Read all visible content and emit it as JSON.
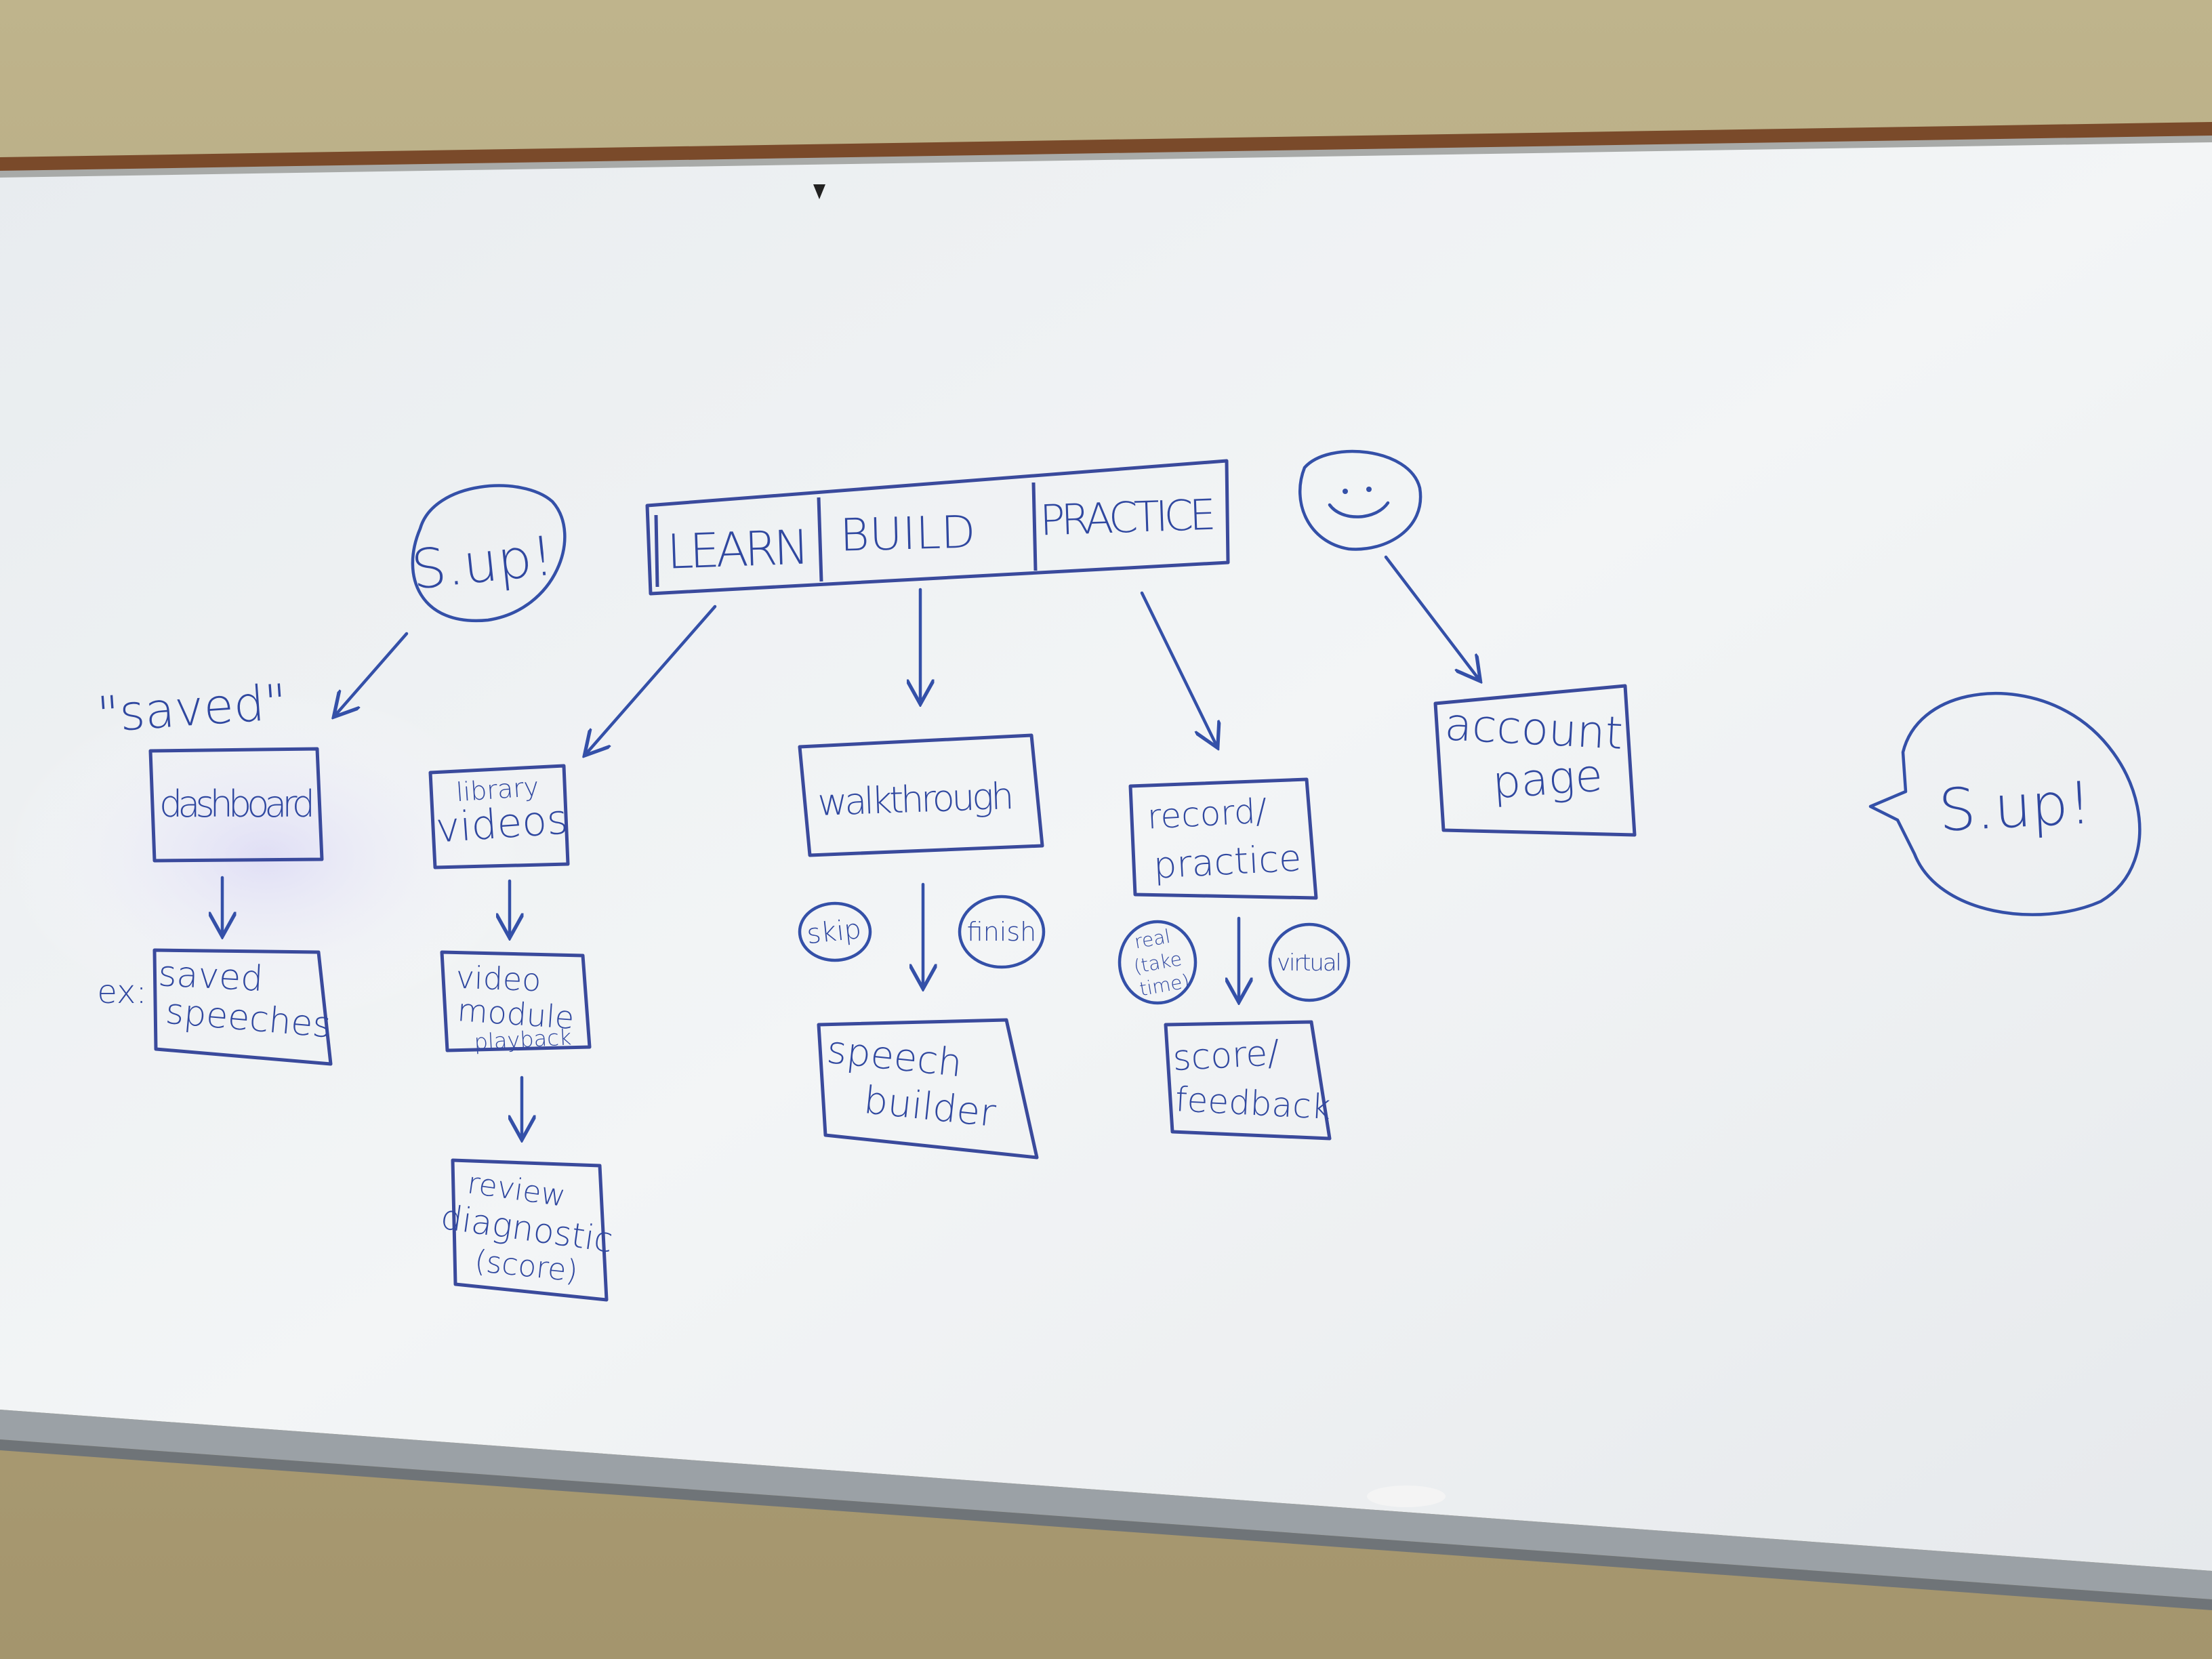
{
  "colors": {
    "wall": "#b5a982",
    "board": "#eef1f3",
    "frame_top": "#7a4a2a",
    "frame_bottom": "#9aa0a4",
    "marker": "#3450a8"
  },
  "diagram": {
    "nav_bar": {
      "items": [
        "LEARN",
        "BUILD",
        "PRACTICE"
      ]
    },
    "logo_left": "S.up!",
    "logo_right": "S.up!",
    "smiley": "smiley-face",
    "saved_column": {
      "label": "\"saved\"",
      "box1": [
        "dashboard"
      ],
      "prefix": "ex:",
      "box2": [
        "saved",
        "speeches"
      ]
    },
    "learn_column": {
      "box1": [
        "library",
        "videos"
      ],
      "box2": [
        "video",
        "module",
        "playback"
      ],
      "box3": [
        "review",
        "diagnostic",
        "(score)"
      ]
    },
    "build_column": {
      "box1": [
        "walkthrough"
      ],
      "option_left": "skip",
      "option_right": "finish",
      "box2": [
        "speech",
        "builder"
      ]
    },
    "practice_column": {
      "box1": [
        "record/",
        "practice"
      ],
      "option_left": [
        "real",
        "(take",
        "time)"
      ],
      "option_right": "virtual",
      "box2": [
        "score/",
        "feedback"
      ]
    },
    "account_column": {
      "box1": [
        "account",
        "page"
      ]
    }
  }
}
